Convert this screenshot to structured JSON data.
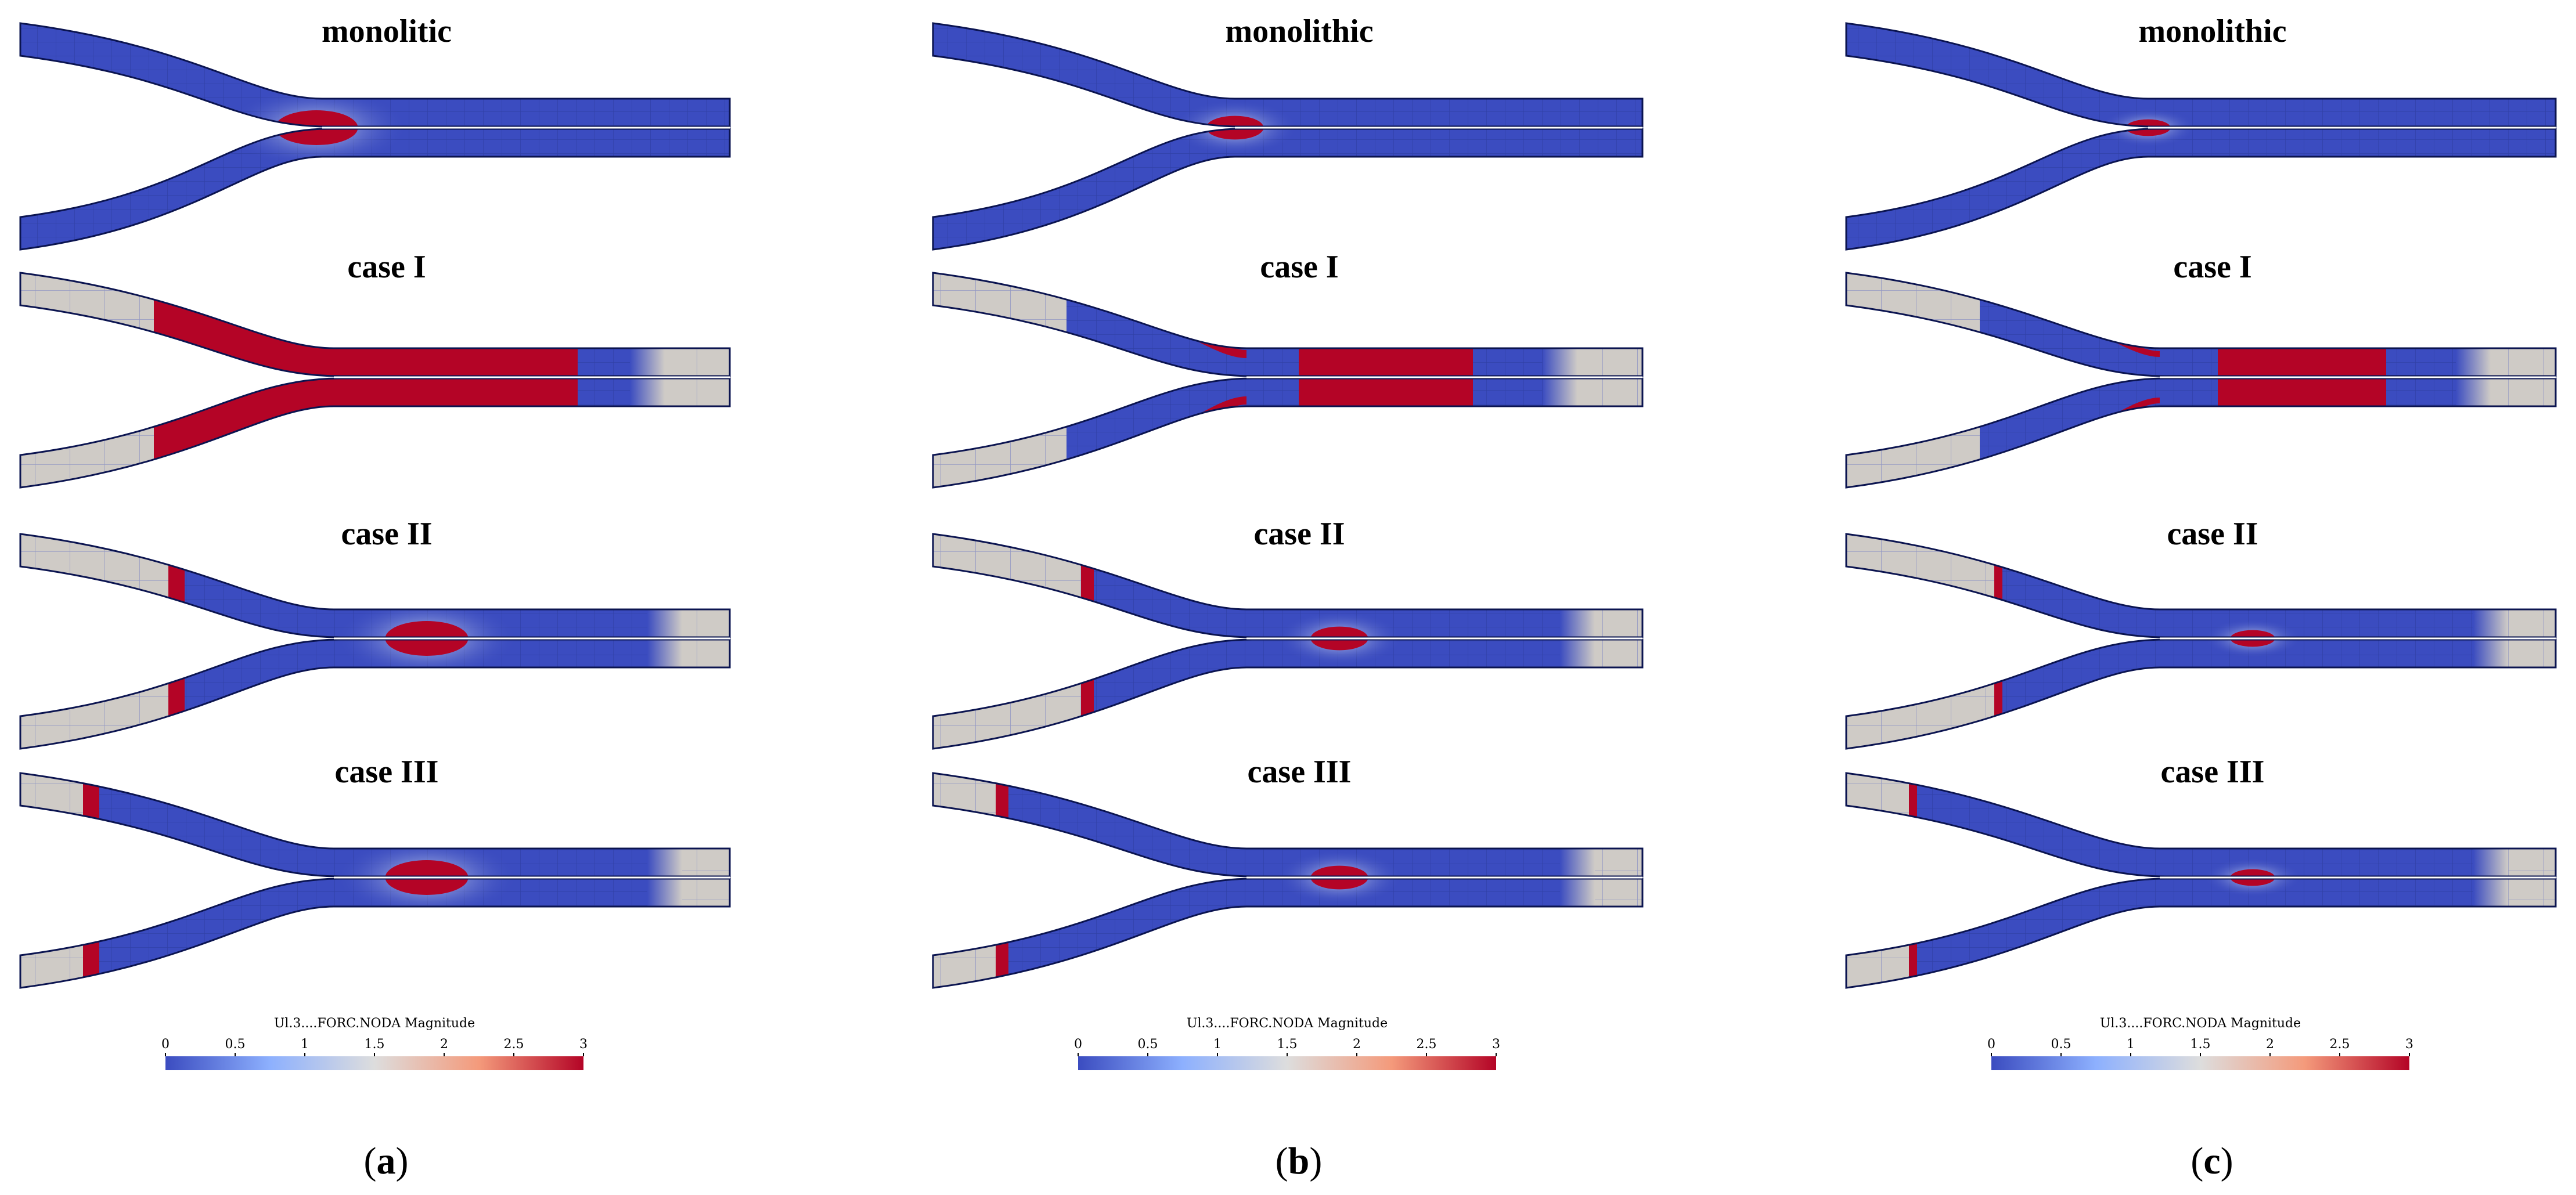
{
  "colors": {
    "low": "#3b4cc0",
    "mid": "#dddddd",
    "high": "#b40426",
    "inactive": "#cfcbc6",
    "mesh": "#1c2a77"
  },
  "colorbar": {
    "title": "Ul.3....FORC.NODA Magnitude",
    "ticks": [
      "0",
      "0.5",
      "1",
      "1.5",
      "2",
      "2.5",
      "3"
    ],
    "range": [
      0,
      3
    ]
  },
  "columns": [
    {
      "caption_letter": "a",
      "rows": [
        {
          "title": "monolitic"
        },
        {
          "title": "case I"
        },
        {
          "title": "case II"
        },
        {
          "title": "case III"
        }
      ]
    },
    {
      "caption_letter": "b",
      "rows": [
        {
          "title": "monolithic"
        },
        {
          "title": "case I"
        },
        {
          "title": "case II"
        },
        {
          "title": "case III"
        }
      ]
    },
    {
      "caption_letter": "c",
      "rows": [
        {
          "title": "monolithic"
        },
        {
          "title": "case I"
        },
        {
          "title": "case II"
        },
        {
          "title": "case III"
        }
      ]
    }
  ]
}
